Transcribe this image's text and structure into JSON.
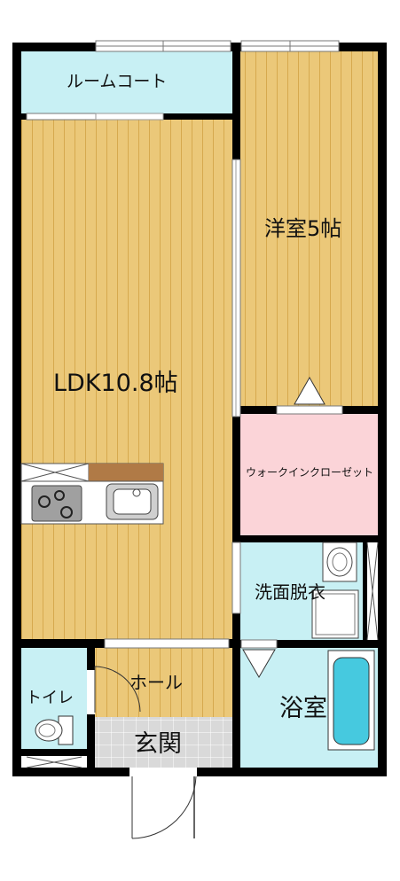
{
  "rooms": {
    "room_coat": "ルームコート",
    "western_room": "洋室5帖",
    "ldk": "LDK10.8帖",
    "walk_in_closet": "ウォークインクローゼット",
    "washroom": "洗面脱衣",
    "hall": "ホール",
    "toilet": "トイレ",
    "bathroom": "浴室",
    "entrance": "玄関"
  },
  "colors": {
    "floor_wood": "#ebc879",
    "floor_wood_line": "#d6a94e",
    "room_coat": "#c8f0f4",
    "walk_in_closet": "#fbd4d8",
    "wet_area": "#c8f0f4",
    "entrance_tile": "#d9d9d9",
    "wall": "#000000"
  }
}
